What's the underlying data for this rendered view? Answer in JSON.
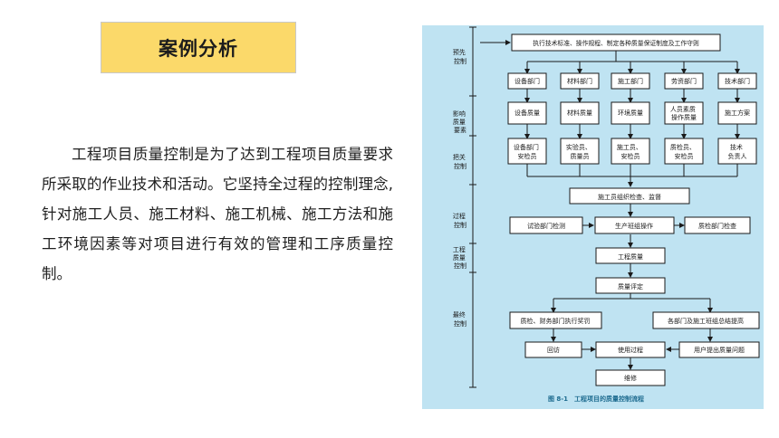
{
  "heading": "案例分析",
  "paragraph": "工程项目质量控制是为了达到工程项目质量要求所采取的作业技术和活动。它坚持全过程的控制理念,针对施工人员、施工材料、施工机械、施工方法和施工环境因素等对项目进行有效的管理和工序质量控制。",
  "figure": {
    "caption": "图 8-1　工程项目的质量控制流程",
    "stages": {
      "pre": [
        "预先",
        "控制"
      ],
      "factors": [
        "影响",
        "质量",
        "要素"
      ],
      "checkpoint": [
        "把关",
        "控制"
      ],
      "process": [
        "过程",
        "控制"
      ],
      "quality": [
        "工程",
        "质量",
        "控制"
      ],
      "final": [
        "最终",
        "控制"
      ]
    },
    "nodes": {
      "top": "执行技术标准、操作规程、制定各种质量保证制度及工作守则",
      "dept1": "设备部门",
      "dept2": "材料部门",
      "dept3": "施工部门",
      "dept4": "劳资部门",
      "dept5": "技术部门",
      "q1": "设备质量",
      "q2": "材料质量",
      "q3": "环境质量",
      "q4": [
        "人员素质",
        "操作质量"
      ],
      "q5": "施工方案",
      "c1": [
        "设备部门",
        "安检员"
      ],
      "c2": [
        "实验员、",
        "质量员"
      ],
      "c3": [
        "施工员、",
        "安检员"
      ],
      "c4": [
        "质检员、",
        "安检员"
      ],
      "c5": [
        "技术",
        "负责人"
      ],
      "organize": "施工员组织检查、监督",
      "test": "试验部门检测",
      "operate": "生产班组操作",
      "inspect": "质检部门检查",
      "project_quality": "工程质量",
      "evaluate": "质量评定",
      "reward": "质检、财务部门执行奖罚",
      "summary": "各部门及施工班组总结提高",
      "revisit": "回访",
      "usage": "使用过程",
      "feedback": "用户提出质量问题",
      "repair": "维修"
    }
  }
}
